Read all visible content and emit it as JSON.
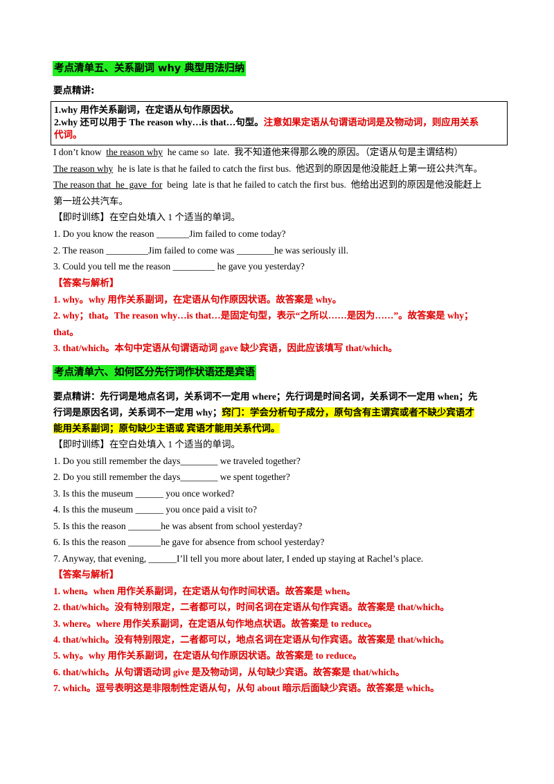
{
  "section5": {
    "heading": "考点清单五、关系副词 why  典型用法归纳",
    "key_points_label": "要点精讲:",
    "box_line1": "1.why 用作关系副词，在定语从句作原因状。",
    "box_line2a": "2.why 还可以用于 The reason why…is that…句型。",
    "box_line2b": "注意如果定语从句谓语动词是及物动词，则应用关系",
    "box_line3": "代词。",
    "ex1_pre": "I don’t know  ",
    "ex1_u": "the reason why",
    "ex1_post": "  he came so  late.  我不知道他来得那么晚的原因。（定语从句是主谓结构）",
    "ex2_u": "The reason why",
    "ex2_post": "  he is late is that he failed to catch the first bus.  他迟到的原因是他没能赶上第一班公共汽车。",
    "ex3_u": "The reason that  he  gave  for",
    "ex3_post": "  being  late is that he failed to catch the first bus.  他给出迟到的原因是他没能赶上",
    "ex3_cont": "第一班公共汽车。",
    "practice_label": "【即时训练】在空白处填入 1 个适当的单词。",
    "q1": "1. Do you know the reason _______Jim failed to come today?",
    "q2": "2. The reason _________Jim failed to come was ________he was seriously ill.",
    "q3": "3.  Could you tell me the reason  _________   he gave you yesterday?",
    "answer_label": "【答案与解析】",
    "a1": "1.  why。why 用作关系副词，在定语从句作原因状语。故答案是 why。",
    "a2": "2.  why；that。The reason why…is that…是固定句型，表示“之所以……是因为……”。故答案是  why；",
    "a2_cont": "that。",
    "a3": "3.  that/which。本句中定语从句谓语动词 gave 缺少宾语，因此应该填写 that/which。"
  },
  "section6": {
    "heading": "考点清单六、如何区分先行词作状语还是宾语",
    "kp_line1": "要点精讲：先行词是地点名词，关系词不一定用 where；先行词是时间名词，关系词不一定用 when；先",
    "kp_line2a": "行词是原因名词，关系词不一定用 why；",
    "kp_line2b": "窍门：学会分析句子成分，原句含有主谓宾或者不缺少宾语才",
    "kp_line3": "能用关系副词；原句缺少主语或  宾语才能用关系代词。",
    "practice_label": "【即时训练】在空白处填入 1 个适当的单词。",
    "q1": "1. Do you still remember the days________ we traveled together?",
    "q2": "2. Do you still remember the days________ we spent together?",
    "q3": "3. Is this the museum ______ you once worked?",
    "q4": "4. Is this the museum ______ you once  paid  a  visit  to?",
    "q5": "5. Is this the reason _______he was absent from school yesterday?",
    "q6": "6. Is this the reason _______he gave for absence from school yesterday?",
    "q7": "7. Anyway, that evening, ______I’ll tell you more about later, I ended up staying at Rachel’s place.",
    "answer_label": "【答案与解析】",
    "a1": "1.  when。when 用作关系副词，在定语从句作时间状语。故答案是 when。",
    "a2": "2.  that/which。没有特别限定，二者都可以，时间名词在定语从句作宾语。故答案是 that/which。",
    "a3": "3.  where。where 用作关系副词，在定语从句作地点状语。故答案是 to  reduce。",
    "a4": "4.  that/which。没有特别限定，二者都可以，地点名词在定语从句作宾语。故答案是 that/which。",
    "a5": "5.  why。why 用作关系副词，在定语从句作原因状语。故答案是 to  reduce。",
    "a6": "6.  that/which。从句谓语动词 give 是及物动词，从句缺少宾语。故答案是 that/which。",
    "a7": "7.  which。逗号表明这是非限制性定语从句，从句 about 暗示后面缺少宾语。故答案是 which。"
  },
  "colors": {
    "heading_bg": "#22ee22",
    "highlight": "#ffff00",
    "answer_red": "#e00000"
  }
}
